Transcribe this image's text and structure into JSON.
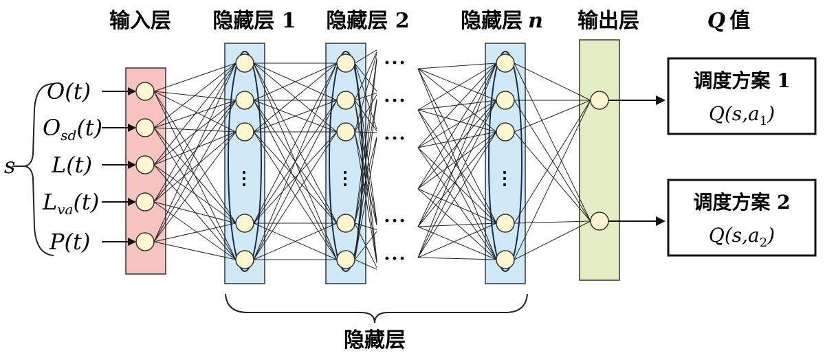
{
  "headers": {
    "input": "输入层",
    "hidden1": "隐藏层 1",
    "hidden2": "隐藏层 2",
    "hidden_n_prefix": "隐藏层",
    "hidden_n_var": "n",
    "output": "输出层",
    "q_var": "Q",
    "q_suffix": "值"
  },
  "state_symbol": "s",
  "inputs": [
    {
      "main": "O",
      "sub": "",
      "arg": "(t)"
    },
    {
      "main": "O",
      "sub": "sd",
      "arg": "(t)"
    },
    {
      "main": "L",
      "sub": "",
      "arg": "(t)"
    },
    {
      "main": "L",
      "sub": "va",
      "arg": "(t)"
    },
    {
      "main": "P",
      "sub": "",
      "arg": "(t)"
    }
  ],
  "outputs": [
    {
      "title": "调度方案 1",
      "q": "Q(s,a",
      "q_sub": "1",
      "q_close": ")"
    },
    {
      "title": "调度方案 2",
      "q": "Q(s,a",
      "q_sub": "2",
      "q_close": ")"
    }
  ],
  "hidden_group_label": "隐藏层",
  "ellipsis_h": "···",
  "ellipsis_v": "⋮",
  "colors": {
    "input_layer": "#f6c3c1",
    "hidden_layer": "#cfe9f7",
    "output_layer": "#e3eec4",
    "node_fill": "#fdf6cf",
    "line": "#222222"
  }
}
